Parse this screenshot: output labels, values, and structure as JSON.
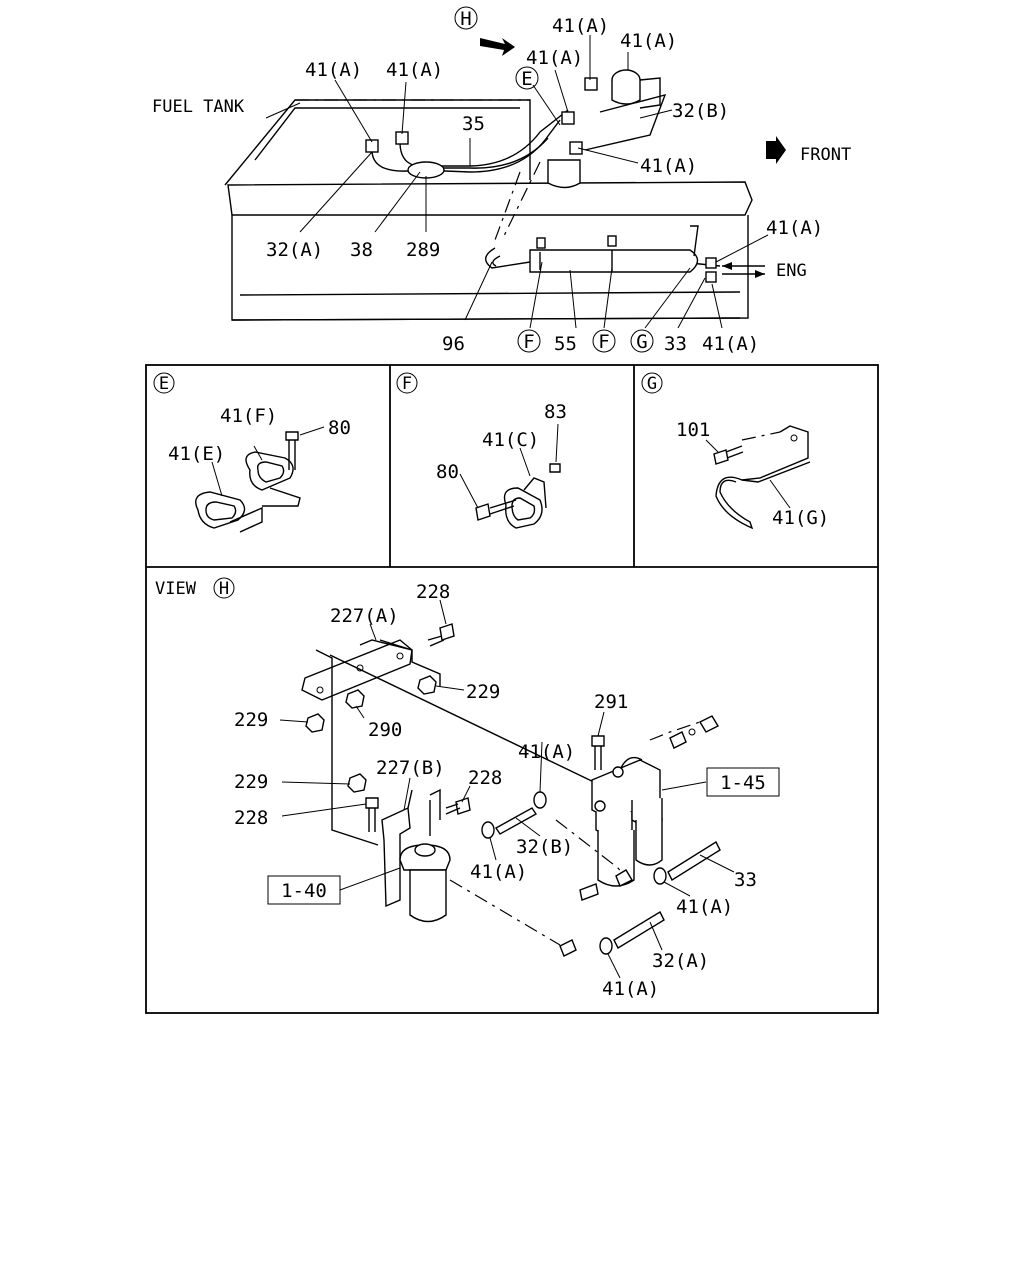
{
  "overview": {
    "view_marker": "H",
    "fuel_tank": "FUEL TANK",
    "front": "FRONT",
    "eng": "ENG",
    "labels": {
      "p41a_1": "41(A)",
      "p41a_2": "41(A)",
      "p41a_3": "41(A)",
      "p41a_4": "41(A)",
      "p41a_5": "41(A)",
      "p41a_6": "41(A)",
      "p41a_7": "41(A)",
      "p41a_8": "41(A)",
      "p32b": "32(B)",
      "p35": "35",
      "p32a": "32(A)",
      "p38": "38",
      "p289": "289",
      "p96": "96",
      "p55": "55",
      "p33": "33",
      "callout_e": "E",
      "callout_f1": "F",
      "callout_f2": "F",
      "callout_g": "G"
    }
  },
  "detail_e": {
    "marker": "E",
    "p41f": "41(F)",
    "p41e": "41(E)",
    "p80": "80"
  },
  "detail_f": {
    "marker": "F",
    "p83": "83",
    "p41c": "41(C)",
    "p80": "80"
  },
  "detail_g": {
    "marker": "G",
    "p101": "101",
    "p41g": "41(G)"
  },
  "view_h": {
    "title": "VIEW",
    "marker": "H",
    "labels": {
      "p228_1": "228",
      "p227a": "227(A)",
      "p229_1": "229",
      "p229_2": "229",
      "p290": "290",
      "p291": "291",
      "p41a_1": "41(A)",
      "p229_3": "229",
      "p227b": "227(B)",
      "p228_2": "228",
      "p228_3": "228",
      "p32b": "32(B)",
      "p41a_2": "41(A)",
      "p33": "33",
      "p41a_3": "41(A)",
      "p32a": "32(A)",
      "p41a_4": "41(A)"
    },
    "ref_145": "1-45",
    "ref_140": "1-40"
  }
}
